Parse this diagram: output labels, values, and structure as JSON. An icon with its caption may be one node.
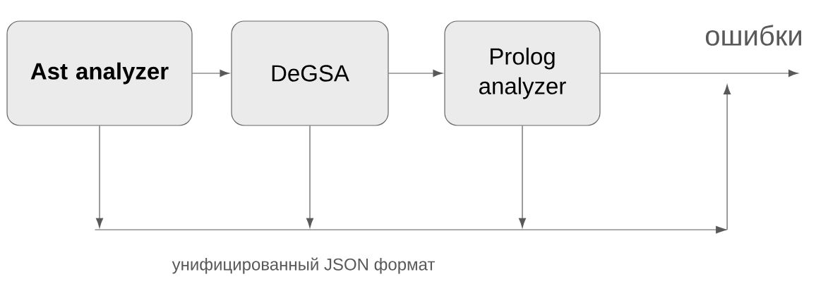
{
  "diagram": {
    "nodes": [
      {
        "text": [
          "Ast analyzer"
        ]
      },
      {
        "text": [
          "DeGSA"
        ]
      },
      {
        "text": [
          "Prolog analyzer"
        ]
      },
      {
        "text": [],
        "shape": "bar"
      }
    ],
    "edges": [
      {
        "from": 0,
        "to": 1,
        "arrow": "to"
      },
      {
        "from": 1,
        "to": 2,
        "arrow": "to"
      },
      {
        "from": 2,
        "to": null,
        "arrow": "to"
      },
      {
        "from": 0,
        "to": 3,
        "arrow": "to"
      },
      {
        "from": 1,
        "to": 3,
        "arrow": "to"
      },
      {
        "from": 2,
        "to": 3,
        "arrow": "to"
      },
      {
        "from": 3,
        "to": null,
        "arrow": "to"
      }
    ],
    "labels": [
      "ошибки",
      "унифицированный JSON формат"
    ]
  }
}
